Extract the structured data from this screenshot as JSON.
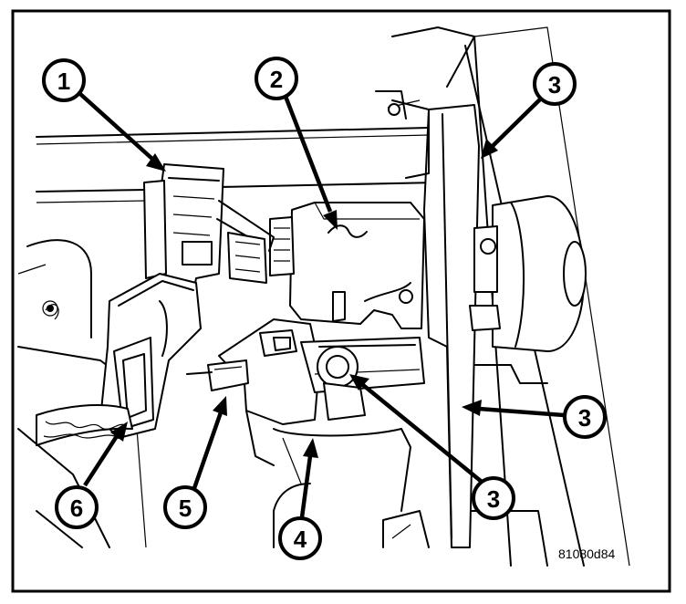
{
  "figure": {
    "id_label": "81080d84",
    "callouts": [
      {
        "label": "1"
      },
      {
        "label": "2"
      },
      {
        "label": "3"
      },
      {
        "label": "3"
      },
      {
        "label": "3"
      },
      {
        "label": "4"
      },
      {
        "label": "5"
      },
      {
        "label": "6"
      }
    ]
  }
}
